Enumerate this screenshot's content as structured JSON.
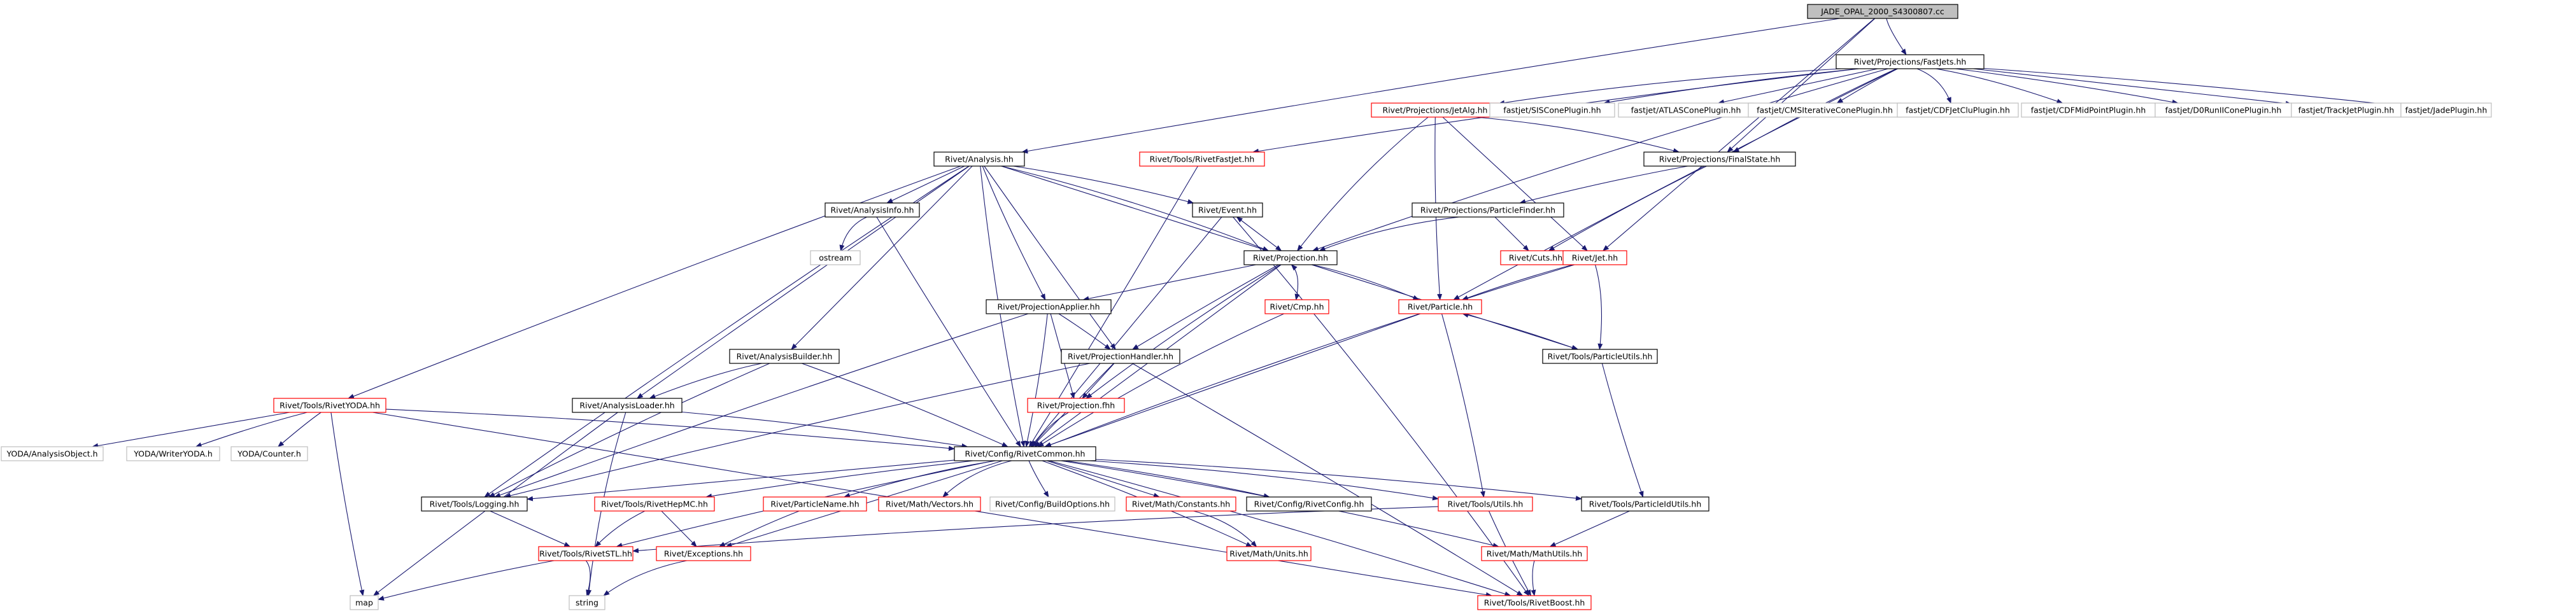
{
  "graph": {
    "nodes": [
      {
        "id": "root",
        "label": "JADE_OPAL_2000_S4300807.cc",
        "style": "root"
      },
      {
        "id": "fastjets",
        "label": "Rivet/Projections/FastJets.hh",
        "style": "black"
      },
      {
        "id": "analysis",
        "label": "Rivet/Analysis.hh",
        "style": "black"
      },
      {
        "id": "rivetfastjet",
        "label": "Rivet/Tools/RivetFastJet.hh",
        "style": "red"
      },
      {
        "id": "jetalg",
        "label": "Rivet/Projections/JetAlg.hh",
        "style": "red"
      },
      {
        "id": "siscone",
        "label": "fastjet/SISConePlugin.hh",
        "style": "gray"
      },
      {
        "id": "atlascone",
        "label": "fastjet/ATLASConePlugin.hh",
        "style": "gray"
      },
      {
        "id": "cmsiter",
        "label": "fastjet/CMSIterativeConePlugin.hh",
        "style": "gray"
      },
      {
        "id": "cdfjetclu",
        "label": "fastjet/CDFJetCluPlugin.hh",
        "style": "gray"
      },
      {
        "id": "cdfmid",
        "label": "fastjet/CDFMidPointPlugin.hh",
        "style": "gray"
      },
      {
        "id": "d0run",
        "label": "fastjet/D0RunIIConePlugin.hh",
        "style": "gray"
      },
      {
        "id": "trackjet",
        "label": "fastjet/TrackJetPlugin.hh",
        "style": "gray"
      },
      {
        "id": "jade",
        "label": "fastjet/JadePlugin.hh",
        "style": "gray"
      },
      {
        "id": "finalstate",
        "label": "Rivet/Projections/FinalState.hh",
        "style": "black"
      },
      {
        "id": "analysisinfo",
        "label": "Rivet/AnalysisInfo.hh",
        "style": "black"
      },
      {
        "id": "event",
        "label": "Rivet/Event.hh",
        "style": "black"
      },
      {
        "id": "particlefinder",
        "label": "Rivet/Projections/ParticleFinder.hh",
        "style": "black"
      },
      {
        "id": "cuts",
        "label": "Rivet/Cuts.hh",
        "style": "red"
      },
      {
        "id": "ostream",
        "label": "ostream",
        "style": "gray"
      },
      {
        "id": "projection",
        "label": "Rivet/Projection.hh",
        "style": "black"
      },
      {
        "id": "jet",
        "label": "Rivet/Jet.hh",
        "style": "red"
      },
      {
        "id": "projapplier",
        "label": "Rivet/ProjectionApplier.hh",
        "style": "black"
      },
      {
        "id": "cmp",
        "label": "Rivet/Cmp.hh",
        "style": "red"
      },
      {
        "id": "particle",
        "label": "Rivet/Particle.hh",
        "style": "red"
      },
      {
        "id": "analysisbuilder",
        "label": "Rivet/AnalysisBuilder.hh",
        "style": "black"
      },
      {
        "id": "projhandler",
        "label": "Rivet/ProjectionHandler.hh",
        "style": "black"
      },
      {
        "id": "particleutils",
        "label": "Rivet/Tools/ParticleUtils.hh",
        "style": "black"
      },
      {
        "id": "rivetyoda",
        "label": "Rivet/Tools/RivetYODA.hh",
        "style": "red"
      },
      {
        "id": "analysisloader",
        "label": "Rivet/AnalysisLoader.hh",
        "style": "black"
      },
      {
        "id": "projectionfh",
        "label": "Rivet/Projection.fhh",
        "style": "red"
      },
      {
        "id": "yodaao",
        "label": "YODA/AnalysisObject.h",
        "style": "gray"
      },
      {
        "id": "yodawrite",
        "label": "YODA/WriterYODA.h",
        "style": "gray"
      },
      {
        "id": "yodacounter",
        "label": "YODA/Counter.h",
        "style": "gray"
      },
      {
        "id": "rivetcommon",
        "label": "Rivet/Config/RivetCommon.hh",
        "style": "black"
      },
      {
        "id": "logging",
        "label": "Rivet/Tools/Logging.hh",
        "style": "black"
      },
      {
        "id": "rivethepmc",
        "label": "Rivet/Tools/RivetHepMC.hh",
        "style": "red"
      },
      {
        "id": "particlename",
        "label": "Rivet/ParticleName.hh",
        "style": "red"
      },
      {
        "id": "mathvectors",
        "label": "Rivet/Math/Vectors.hh",
        "style": "red"
      },
      {
        "id": "buildoptions",
        "label": "Rivet/Config/BuildOptions.hh",
        "style": "gray"
      },
      {
        "id": "mathconstants",
        "label": "Rivet/Math/Constants.hh",
        "style": "red"
      },
      {
        "id": "rivetconfig",
        "label": "Rivet/Config/RivetConfig.hh",
        "style": "black"
      },
      {
        "id": "toolsutils",
        "label": "Rivet/Tools/Utils.hh",
        "style": "red"
      },
      {
        "id": "particleidutils",
        "label": "Rivet/Tools/ParticleIdUtils.hh",
        "style": "black"
      },
      {
        "id": "rivetstl",
        "label": "Rivet/Tools/RivetSTL.hh",
        "style": "red"
      },
      {
        "id": "exceptions",
        "label": "Rivet/Exceptions.hh",
        "style": "red"
      },
      {
        "id": "mathunits",
        "label": "Rivet/Math/Units.hh",
        "style": "red"
      },
      {
        "id": "mathutils",
        "label": "Rivet/Math/MathUtils.hh",
        "style": "red"
      },
      {
        "id": "map",
        "label": "map",
        "style": "gray"
      },
      {
        "id": "string",
        "label": "string",
        "style": "gray"
      },
      {
        "id": "rivetboost",
        "label": "Rivet/Tools/RivetBoost.hh",
        "style": "red"
      }
    ],
    "colors": {
      "edge": "#191970",
      "black_border": "#000000",
      "red_border": "#ff0000",
      "gray_border": "#bfbfbf",
      "root_fill": "#bfbfbf",
      "node_fill": "#ffffff"
    }
  }
}
